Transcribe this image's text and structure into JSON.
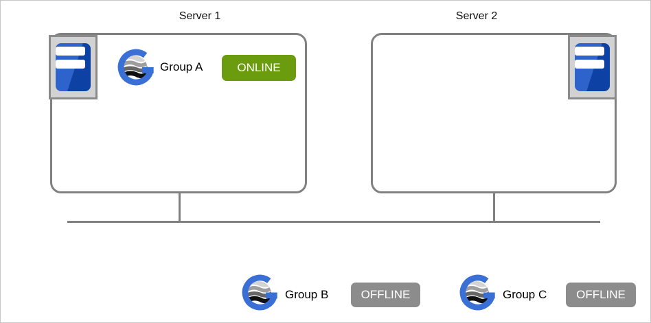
{
  "servers": [
    {
      "title": "Server 1"
    },
    {
      "title": "Server 2"
    }
  ],
  "groups": [
    {
      "name": "Group A",
      "status": "ONLINE",
      "status_color": "#6a9c0d"
    },
    {
      "name": "Group B",
      "status": "OFFLINE",
      "status_color": "#8c8c8c"
    },
    {
      "name": "Group C",
      "status": "OFFLINE",
      "status_color": "#8c8c8c"
    }
  ],
  "colors": {
    "online_badge": "#6a9c0d",
    "offline_badge": "#8c8c8c",
    "diagram_line": "#808080",
    "icon_frame_fill": "#d2d2d2",
    "icon_frame_border": "#8a8a8a",
    "server_blue_light": "#2d63ca",
    "server_blue_dark": "#0d41a4",
    "logo_blue": "#3a6fd6"
  },
  "icons": {
    "server": "server-tower-icon",
    "group": "group-globe-logo-icon"
  }
}
